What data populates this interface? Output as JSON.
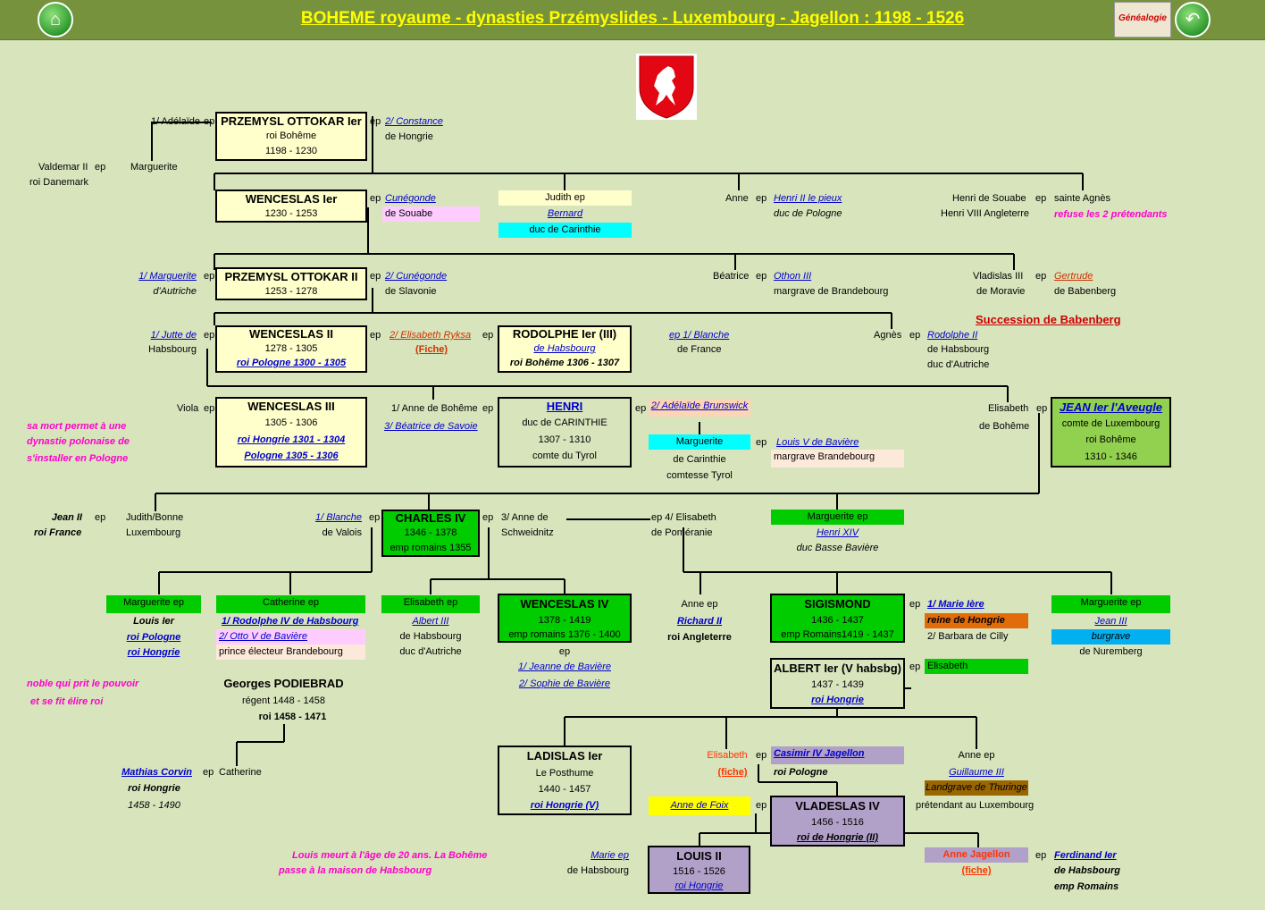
{
  "header": {
    "title": "BOHEME royaume - dynasties Przémyslides - Luxembourg - Jagellon  : 1198 - 1526",
    "logo_text": "Généalogie",
    "home_icon": "home-icon",
    "back_icon": "back-arrow-icon"
  },
  "colors": {
    "background": "#d8e4bc",
    "header": "#76923c",
    "title": "#ffff00",
    "cream": "#ffffcc",
    "green": "#00cc00",
    "light_green": "#92d050",
    "cyan": "#00ffff",
    "pink": "#ffccff",
    "peach": "#fcd5b4",
    "orange": "#e26b0a",
    "blue": "#00b0f0",
    "yellow": "#ffff00",
    "lavender": "#b1a0c7",
    "brown": "#996600"
  },
  "texts": {
    "g1_adelaide": "1/ Adélaïde",
    "g1_ep1": "ep",
    "g1_ep2": "ep",
    "g1_constance": "2/ Constance",
    "g1_hongrie": "de Hongrie",
    "valdemar": "Valdemar II",
    "valdemar_ep": "ep",
    "marguerite_dk": "Marguerite",
    "roi_danemark": "roi Danemark",
    "w1_ep": "ep",
    "cunegonde1": "Cunégonde",
    "de_souabe": "de Souabe",
    "judith": "Judith ep",
    "bernard": "Bernard",
    "duc_carinthie": "duc de Carinthie",
    "anne1": "Anne",
    "anne1_ep": "ep",
    "henri_pieux": "Henri II le pieux",
    "duc_pologne": "duc de Pologne",
    "henri_souabe": "Henri de Souabe",
    "henri_souabe_ep": "ep",
    "sainte_agnes": "sainte Agnès",
    "henri_angleterre": "Henri VIII Angleterre",
    "refuse": "refuse les 2 prétendants",
    "marg_autriche": "1/ Marguerite",
    "o2_ep1": "ep",
    "d_autriche": "d'Autriche",
    "o2_ep2": "ep",
    "cunegonde2": "2/ Cunégonde",
    "de_slavonie": "de Slavonie",
    "beatrice": "Béatrice",
    "beatrice_ep": "ep",
    "othon": "Othon III",
    "margrave_brand": "margrave de Brandebourg",
    "vladislas3": "Vladislas III",
    "vladislas3_ep": "ep",
    "gertrude": "Gertrude",
    "de_moravie": "de Moravie",
    "de_babenberg": "de Babenberg",
    "succession": "Succession de Babenberg",
    "jutte": "1/ Jutte de",
    "w2_ep1": "ep",
    "habsbourg1": "Habsbourg",
    "w2_ep2": "ep",
    "elisabeth_ryksa": "2/ Elisabeth Ryksa",
    "fiche1": "(Fiche)",
    "ryksa_ep": "ep",
    "blanche_fr": "ep 1/ Blanche",
    "de_france": "de France",
    "agnes": "Agnès",
    "agnes_ep": "ep",
    "rodolphe2": "Rodolphe II",
    "de_habsbourg2": "de Habsbourg",
    "duc_autriche2": "duc d'Autriche",
    "viola": "Viola",
    "viola_ep": "ep",
    "anne_boheme": "1/ Anne de Bohême",
    "anne_boheme_ep": "ep",
    "beatrice_savoie": "3/ Béatrice de Savoie",
    "henri_ep": "ep",
    "adelaide_brunswick": "2/ Adélaïde Brunswick",
    "marg_carinthie": "Marguerite",
    "marg_ep": "ep",
    "louis_baviere": "Louis V de Bavière",
    "de_carinthie": "de Carinthie",
    "margrave_brand2": "margrave Brandebourg",
    "comtesse_tyrol": "comtesse Tyrol",
    "elisabeth_boh": "Elisabeth",
    "elisabeth_boh_ep": "ep",
    "de_boheme": "de Bohême",
    "sa_mort1": "sa mort permet à une",
    "sa_mort2": "dynastie polonaise de",
    "sa_mort3": "s'installer en Pologne",
    "jean2": "Jean II",
    "jean2_ep": "ep",
    "judith_bonne": "Judith/Bonne",
    "roi_france": "roi France",
    "luxembourg": "Luxembourg",
    "blanche_valois": "1/ Blanche",
    "c4_ep1": "ep",
    "de_valois": "de Valois",
    "c4_ep2": "ep",
    "anne_schweidnitz": "3/ Anne de",
    "schweidnitz": "Schweidnitz",
    "elisabeth_pom": "ep 4/ Elisabeth",
    "pomeranie": "de Poméranie",
    "marg_henri": "Marguerite ep",
    "henri14": "Henri XIV",
    "duc_basse": "duc Basse Bavière",
    "marg_louis": "Marguerite ep",
    "louis_ier": "Louis Ier",
    "roi_pologne1": "roi Pologne",
    "roi_hongrie1": "roi Hongrie",
    "catherine": "Catherine ep",
    "rodolphe4": "1/ Rodolphe IV de Habsbourg",
    "otto5": "2/ Otto V de Bavière",
    "prince_elect": "prince électeur Brandebourg",
    "elisabeth_alb": "Elisabeth ep",
    "albert3": "Albert III",
    "de_habsbourg3": "de Habsbourg",
    "duc_autriche3": "duc d'Autriche",
    "w4_ep": "ep",
    "jeanne_baviere": "1/ Jeanne de Bavière",
    "sophie_baviere": "2/ Sophie de Bavière",
    "anne_ep": "Anne ep",
    "richard2": "Richard II",
    "roi_angleterre": "roi Angleterre",
    "sig_ep": "ep",
    "marie1": " 1/ Marie Ière",
    "reine_hongrie": "reine de Hongrie",
    "barbara": "2/ Barbara de Cilly",
    "marg_jean": "Marguerite ep",
    "jean3": "Jean III",
    "burgrave": "burgrave",
    "de_nuremberg": "de Nuremberg",
    "alb_ep": "ep",
    "alb_elisabeth": "Elisabeth",
    "noble1": "noble qui prit le pouvoir",
    "noble2": "et se fit élire roi",
    "mathias": "Mathias Corvin",
    "mathias_ep": "ep",
    "catherine2": "Catherine",
    "roi_hongrie_m": "roi Hongrie",
    "mathias_dates": "1458 - 1490",
    "elisabeth_cas": "Elisabeth",
    "fiche2": "(fiche)",
    "cas_ep": "ep",
    "casimir": "Casimir IV Jagellon",
    "roi_pologne_cas": "roi Pologne",
    "anne_g": "Anne ep",
    "guillaume": "Guillaume III",
    "landgrave": "Landgrave de Thuringe",
    "pretendant": "prétendant au  Luxembourg",
    "anne_foix": "Anne de Foix",
    "vl_ep": "ep",
    "louis_meurt1": "Louis meurt à l'âge de 20 ans. La Bohême",
    "louis_meurt2": "passe à la maison de Habsbourg",
    "marie_ep": "Marie ep",
    "de_habsbourg4": "de Habsbourg",
    "anne_jagellon": "Anne Jagellon",
    "fiche3": "(fiche)",
    "aj_ep": "ep",
    "ferdinand": "Ferdinand Ier",
    "de_habsbourg5": "de Habsbourg",
    "emp_romains": "emp Romains"
  },
  "boxes": {
    "ottokar1": {
      "name": "PRZEMYSL OTTOKAR Ier",
      "l2": "roi Bohême",
      "l3": "1198 - 1230"
    },
    "wenceslas1": {
      "name": "WENCESLAS Ier",
      "l2": "1230 - 1253"
    },
    "ottokar2": {
      "name": "PRZEMYSL OTTOKAR II",
      "l2": "1253 - 1278"
    },
    "wenceslas2": {
      "name": "WENCESLAS II",
      "l2": "1278 - 1305",
      "l3": "roi Pologne 1300 - 1305"
    },
    "rodolphe1": {
      "name": "RODOLPHE Ier (III)",
      "l2": "de Habsbourg",
      "l3": "roi Bohême  1306 - 1307"
    },
    "wenceslas3": {
      "name": "WENCESLAS III",
      "l2": "1305 - 1306",
      "l3": "roi Hongrie 1301 - 1304",
      "l4": "Pologne 1305 - 1306"
    },
    "henri": {
      "name": "HENRI",
      "l2": "duc de CARINTHIE",
      "l3": "1307 - 1310",
      "l4": "comte du Tyrol"
    },
    "jean_aveugle": {
      "name": "JEAN Ier  l'Aveugle",
      "l2": "comte de Luxembourg",
      "l3": "roi Bohême",
      "l4": "1310 - 1346"
    },
    "charles4": {
      "name": "CHARLES IV",
      "l2": "1346 - 1378",
      "l3": "emp romains 1355"
    },
    "wenceslas4": {
      "name": "WENCESLAS IV",
      "l2": "1378 - 1419",
      "l3": "emp romains 1376 - 1400",
      "l4": "ep"
    },
    "sigismond": {
      "name": "SIGISMOND",
      "l2": "1436 - 1437",
      "l3": "emp Romains1419 - 1437"
    },
    "albert1": {
      "name": "ALBERT Ier (V habsbg)",
      "l2": "1437 - 1439",
      "l3": "roi Hongrie"
    },
    "podiebrad": {
      "name": "Georges PODIEBRAD",
      "l2": "régent 1448 - 1458",
      "l3": "roi 1458 - 1471"
    },
    "ladislas1": {
      "name": "LADISLAS Ier",
      "l2": "Le Posthume",
      "l3": "1440 - 1457",
      "l4": "roi Hongrie (V)"
    },
    "vladeslas4": {
      "name": "VLADESLAS IV",
      "l2": "1456 - 1516",
      "l3": "roi de Hongrie (II)"
    },
    "louis2": {
      "name": "LOUIS II",
      "l2": "1516 - 1526",
      "l3": "roi Hongrie"
    }
  }
}
